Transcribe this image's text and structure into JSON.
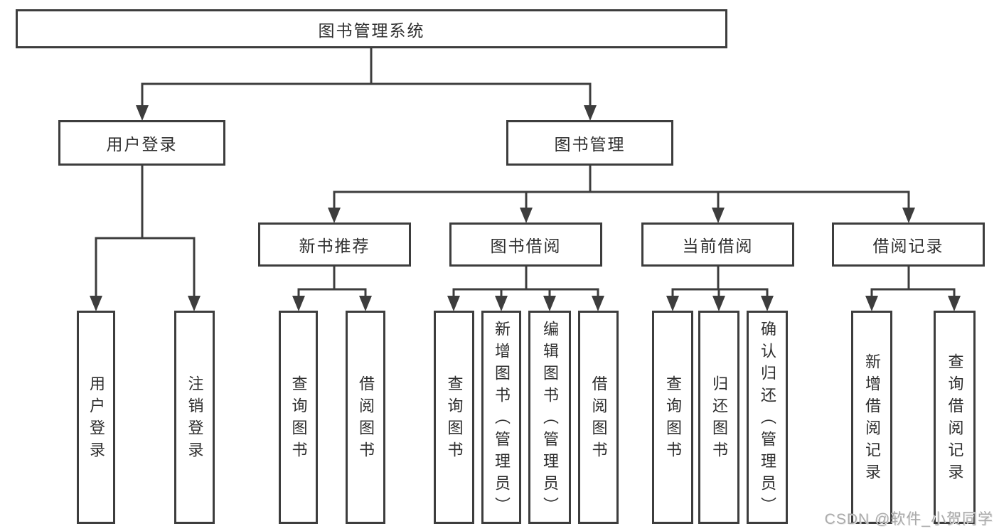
{
  "diagram": {
    "root": {
      "label": "图书管理系统"
    },
    "branches": [
      {
        "label": "用户登录",
        "children": [
          {
            "label": "用户登录"
          },
          {
            "label": "注销登录"
          }
        ]
      },
      {
        "label": "图书管理",
        "children": [
          {
            "label": "新书推荐",
            "children": [
              {
                "label": "查询图书"
              },
              {
                "label": "借阅图书"
              }
            ]
          },
          {
            "label": "图书借阅",
            "children": [
              {
                "label": "查询图书"
              },
              {
                "label": "新增图书（管理员）"
              },
              {
                "label": "编辑图书（管理员）"
              },
              {
                "label": "借阅图书"
              }
            ]
          },
          {
            "label": "当前借阅",
            "children": [
              {
                "label": "查询图书"
              },
              {
                "label": "归还图书"
              },
              {
                "label": "确认归还（管理员）"
              }
            ]
          },
          {
            "label": "借阅记录",
            "children": [
              {
                "label": "新增借阅记录"
              },
              {
                "label": "查询借阅记录"
              }
            ]
          }
        ]
      }
    ]
  },
  "watermark": {
    "text": "CSDN @软件_小贺同学"
  },
  "colors": {
    "line": "#3d3d3d",
    "text": "#2e2e2e",
    "background": "#ffffff",
    "watermark": "#aaaaaa"
  }
}
